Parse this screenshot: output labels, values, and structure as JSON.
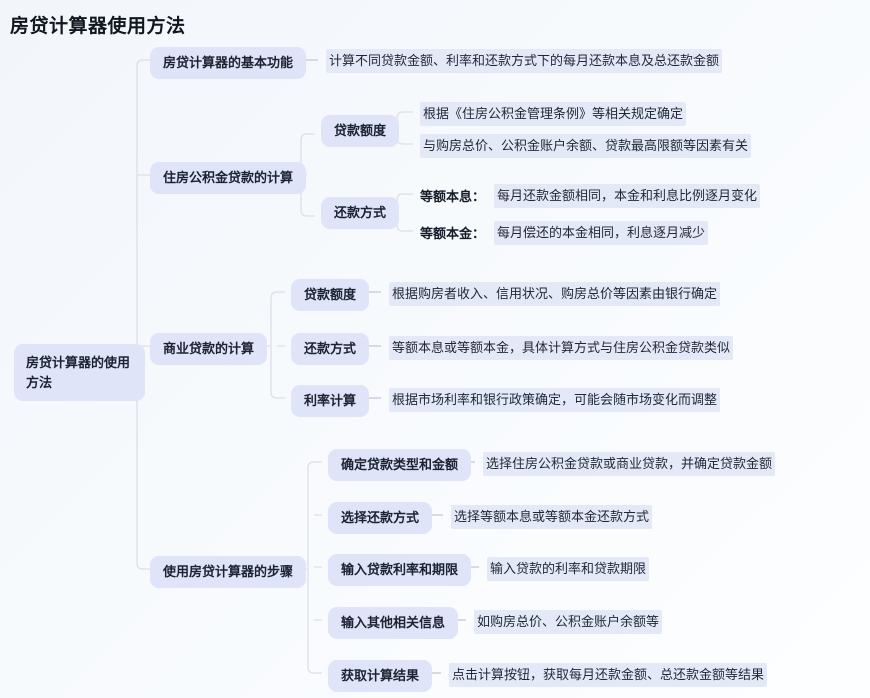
{
  "page": {
    "title": "房贷计算器使用方法",
    "background_start": "#f2f6fb",
    "background_end": "#fdfeff",
    "node_fill": "#dfe4f8",
    "leaf_highlight": "#e4e9f8",
    "connector_color": "#dcdfe6"
  },
  "mindmap": {
    "root": {
      "label": "房贷计算器的使用方法"
    },
    "branches": [
      {
        "label": "房贷计算器的基本功能",
        "leaves": [
          {
            "text": "计算不同贷款金额、利率和还款方式下的每月还款本息及总还款金额"
          }
        ]
      },
      {
        "label": "住房公积金贷款的计算",
        "children": [
          {
            "label": "贷款额度",
            "leaves": [
              {
                "text": "根据《住房公积金管理条例》等相关规定确定"
              },
              {
                "text": "与购房总价、公积金账户余额、贷款最高限额等因素有关"
              }
            ]
          },
          {
            "label": "还款方式",
            "leaves": [
              {
                "key": "等额本息：",
                "text": "每月还款金额相同，本金和利息比例逐月变化"
              },
              {
                "key": "等额本金：",
                "text": "每月偿还的本金相同，利息逐月减少"
              }
            ]
          }
        ]
      },
      {
        "label": "商业贷款的计算",
        "children": [
          {
            "label": "贷款额度",
            "leaves": [
              {
                "text": "根据购房者收入、信用状况、购房总价等因素由银行确定"
              }
            ]
          },
          {
            "label": "还款方式",
            "leaves": [
              {
                "text": "等额本息或等额本金，具体计算方式与住房公积金贷款类似"
              }
            ]
          },
          {
            "label": "利率计算",
            "leaves": [
              {
                "text": "根据市场利率和银行政策确定，可能会随市场变化而调整"
              }
            ]
          }
        ]
      },
      {
        "label": "使用房贷计算器的步骤",
        "children": [
          {
            "label": "确定贷款类型和金额",
            "leaves": [
              {
                "text": "选择住房公积金贷款或商业贷款，并确定贷款金额"
              }
            ]
          },
          {
            "label": "选择还款方式",
            "leaves": [
              {
                "text": "选择等额本息或等额本金还款方式"
              }
            ]
          },
          {
            "label": "输入贷款利率和期限",
            "leaves": [
              {
                "text": "输入贷款的利率和贷款期限"
              }
            ]
          },
          {
            "label": "输入其他相关信息",
            "leaves": [
              {
                "text": "如购房总价、公积金账户余额等"
              }
            ]
          },
          {
            "label": "获取计算结果",
            "leaves": [
              {
                "text": "点击计算按钮，获取每月还款金额、总还款金额等结果"
              }
            ]
          }
        ]
      }
    ]
  }
}
